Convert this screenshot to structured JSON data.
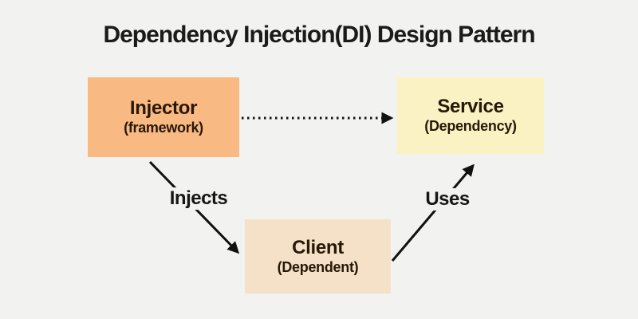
{
  "page": {
    "title": "Dependency Injection(DI) Design Pattern",
    "background_color": "#f2f2f1",
    "title_color": "#1b1b1b"
  },
  "diagram": {
    "arrow_color": "#111111",
    "node_text_color": "#271808",
    "nodes": {
      "injector": {
        "label": "Injector",
        "sublabel": "(framework)",
        "fill": "#f9b983"
      },
      "service": {
        "label": "Service",
        "sublabel": "(Dependency)",
        "fill": "#fbf2c3"
      },
      "client": {
        "label": "Client",
        "sublabel": "(Dependent)",
        "fill": "#f5e1c8"
      }
    },
    "edges": {
      "injector_to_service": {
        "from": "Injector",
        "to": "Service",
        "style": "dotted",
        "label": ""
      },
      "injector_to_client": {
        "from": "Injector",
        "to": "Client",
        "style": "solid",
        "label": "Injects"
      },
      "client_to_service": {
        "from": "Client",
        "to": "Service",
        "style": "solid",
        "label": "Uses"
      }
    }
  }
}
